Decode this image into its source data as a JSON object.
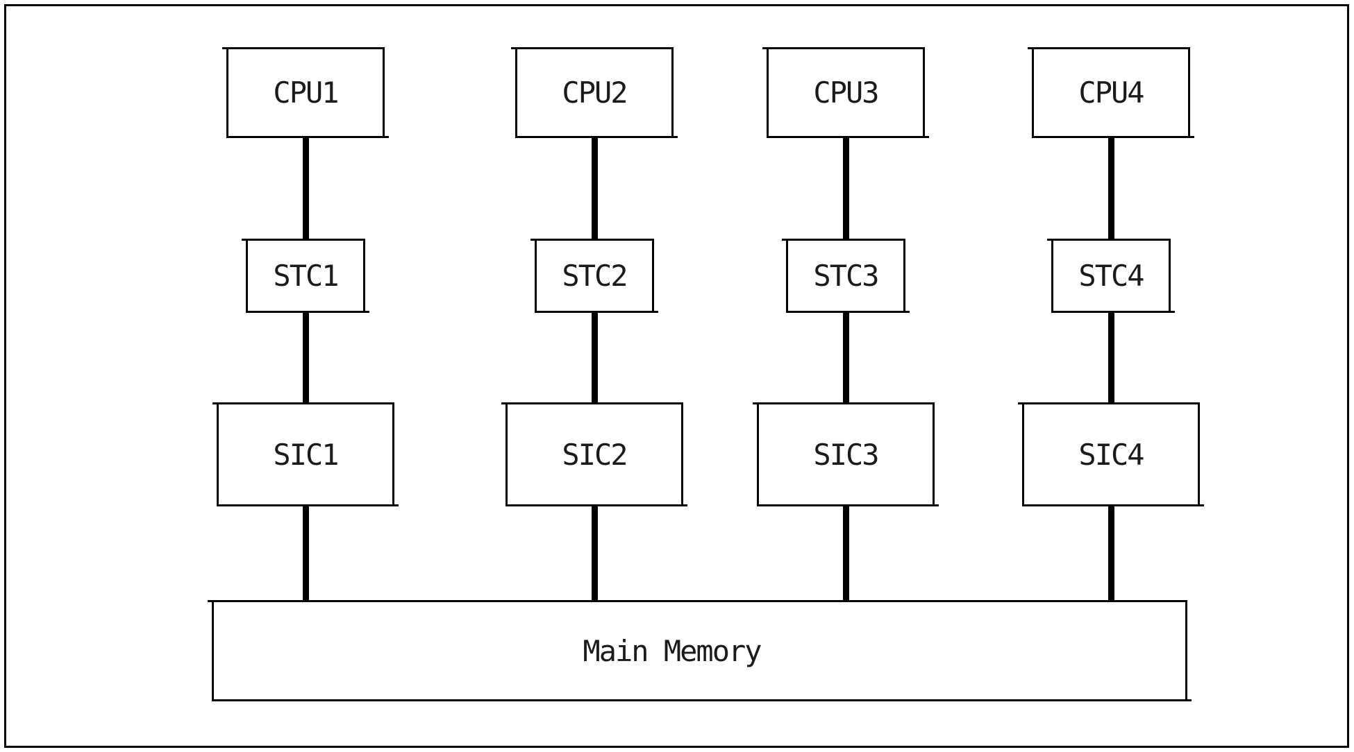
{
  "diagram": {
    "type": "block-diagram",
    "columns": [
      {
        "cpu": "CPU1",
        "stc": "STC1",
        "sic": "SIC1"
      },
      {
        "cpu": "CPU2",
        "stc": "STC2",
        "sic": "SIC2"
      },
      {
        "cpu": "CPU3",
        "stc": "STC3",
        "sic": "SIC3"
      },
      {
        "cpu": "CPU4",
        "stc": "STC4",
        "sic": "SIC4"
      }
    ],
    "memory_label": "Main Memory",
    "colors": {
      "line": "#000000",
      "box_fill": "#ffffff",
      "text": "#1b1b1b",
      "background": "#ffffff"
    }
  }
}
